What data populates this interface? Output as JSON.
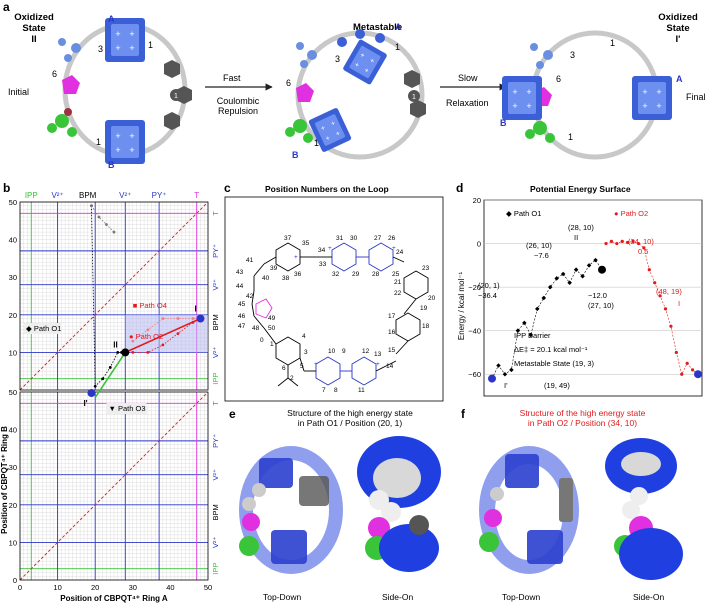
{
  "panel_a": {
    "letter": "a",
    "state_left": [
      "Oxidized",
      "State",
      "II"
    ],
    "state_mid": "Metastable",
    "state_right": [
      "Oxidized",
      "State",
      "I'"
    ],
    "initial": "Initial",
    "final": "Final",
    "arrow1_top": "Fast",
    "arrow1_bottom": [
      "Coulombic",
      "Repulsion"
    ],
    "arrow2_top": "Slow",
    "arrow2_bottom": "Relaxation",
    "ring_a": "A",
    "ring_b": "B",
    "num1": "1",
    "num3": "3",
    "num6": "6"
  },
  "panel_b": {
    "letter": "b",
    "top_labels": [
      "IPP",
      "V²⁺",
      "BPM",
      "V²⁺",
      "PY⁺",
      "T"
    ],
    "right_top": [
      "T",
      "PY⁺",
      "V²⁺",
      "BPM",
      "V²⁺",
      "IPP"
    ],
    "right_bottom": [
      "T",
      "PY⁺",
      "V²⁺",
      "BPM",
      "V²⁺",
      "IPP"
    ],
    "ylabel": "Position of CBPQT⁴⁺ Ring B",
    "xlabel": "Position of CBPQT⁴⁺ Ring A",
    "yticks_top": [
      "50",
      "40",
      "30",
      "20",
      "10"
    ],
    "yticks_bottom": [
      "50",
      "40",
      "30",
      "20",
      "10",
      "0"
    ],
    "xticks": [
      "0",
      "10",
      "20",
      "30",
      "40",
      "50"
    ],
    "legend": [
      "Path O1",
      "Path O2",
      "Path O3",
      "Path O4"
    ],
    "marker_I": "I",
    "marker_II": "II",
    "marker_Ip": "I'"
  },
  "panel_c": {
    "letter": "c",
    "title": "Position Numbers on the Loop",
    "numbers": [
      "37",
      "35",
      "34",
      "31",
      "30",
      "27",
      "26",
      "24",
      "39",
      "36",
      "33",
      "32",
      "29",
      "28",
      "25",
      "23",
      "41",
      "40",
      "38",
      "22",
      "21",
      "43",
      "20",
      "44",
      "19",
      "42",
      "17",
      "45",
      "16",
      "18",
      "46",
      "15",
      "50",
      "4",
      "10",
      "13",
      "47",
      "49",
      "5",
      "6",
      "9",
      "12",
      "14",
      "48",
      "0",
      "1",
      "3",
      "2",
      "7",
      "8",
      "11"
    ]
  },
  "panel_d": {
    "letter": "d",
    "title": "Potential Energy Surface",
    "ylabel": "Energy / kcal mol⁻¹",
    "yticks": [
      "20",
      "0",
      "−20",
      "−40",
      "−60"
    ],
    "legend_o1": "Path O1",
    "legend_o2": "Path O2",
    "ann": [
      "(28, 10)",
      "II",
      "(26, 10)",
      "−7.6",
      "(34, 10)",
      "0.5",
      "(20, 1)",
      "−36.4",
      "−12.0",
      "(27, 10)",
      "(48, 19)",
      "I",
      "IPP Barrier",
      "ΔE‡ = 20.1 kcal mol⁻¹",
      "Metastable State (19, 3)",
      "I'",
      "(19, 49)"
    ]
  },
  "panel_e": {
    "letter": "e",
    "title": [
      "Structure of the high energy state",
      "in Path O1 / Position (20, 1)"
    ],
    "view1": "Top-Down",
    "view2": "Side-On"
  },
  "panel_f": {
    "letter": "f",
    "title": [
      "Structure of the high energy state",
      "in Path O2 / Position (34, 10)"
    ],
    "view1": "Top-Down",
    "view2": "Side-On"
  },
  "chart_data": [
    {
      "type": "scatter",
      "title": "",
      "xlabel": "Position of CBPQT⁴⁺ Ring A",
      "ylabel": "Position of CBPQT⁴⁺ Ring B",
      "xlim": [
        0,
        50
      ],
      "ylim": [
        0,
        50
      ],
      "series": [
        {
          "name": "Path O1",
          "x": [
            19,
            20,
            22,
            24,
            26,
            27,
            28
          ],
          "y": [
            49,
            1,
            3,
            6,
            10,
            10,
            10
          ]
        },
        {
          "name": "Path O2",
          "x": [
            28,
            30,
            34,
            38,
            42,
            46,
            48
          ],
          "y": [
            10,
            10,
            10,
            12,
            15,
            18,
            19
          ]
        },
        {
          "name": "Path O3",
          "x": [
            19,
            21,
            23,
            25
          ],
          "y": [
            49,
            46,
            44,
            42
          ]
        },
        {
          "name": "Path O4",
          "x": [
            30,
            34,
            38,
            42,
            46,
            48
          ],
          "y": [
            13,
            16,
            19,
            19,
            19,
            19
          ]
        }
      ],
      "markers": [
        {
          "label": "I",
          "x": 48,
          "y": 19
        },
        {
          "label": "II",
          "x": 28,
          "y": 10
        },
        {
          "label": "I'",
          "x": 19,
          "y": 49
        }
      ]
    },
    {
      "type": "line",
      "title": "Potential Energy Surface",
      "ylabel": "Energy / kcal mol⁻¹",
      "ylim": [
        -70,
        20
      ],
      "series": [
        {
          "name": "Path O1",
          "values": [
            -62,
            -56,
            -60,
            -58,
            -40,
            -36.4,
            -42,
            -30,
            -25,
            -20,
            -16,
            -14,
            -18,
            -12,
            -15,
            -10,
            -7.6,
            -12
          ]
        },
        {
          "name": "Path O2",
          "values": [
            0,
            1,
            0,
            1,
            0.5,
            1,
            0,
            -2,
            -12,
            -18,
            -24,
            -30,
            -38,
            -50,
            -60,
            -55,
            -58,
            -60
          ]
        }
      ]
    }
  ]
}
